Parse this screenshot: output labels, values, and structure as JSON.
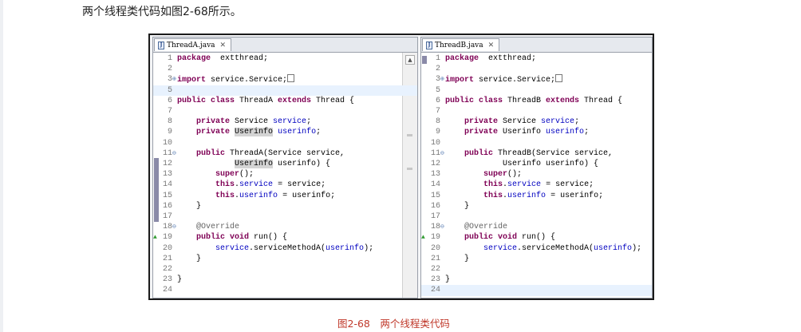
{
  "heading": "两个线程类代码如图2-68所示。",
  "caption": "图2-68　两个线程类代码",
  "panes": [
    {
      "tab": "ThreadA.java",
      "lines": [
        {
          "n": "1",
          "segs": [
            [
              "kw",
              "package"
            ],
            [
              "",
              "  extthread;"
            ]
          ]
        },
        {
          "n": "2",
          "segs": []
        },
        {
          "n": "3",
          "mark": "+",
          "segs": [
            [
              "kw",
              "import"
            ],
            [
              "",
              " service.Service;"
            ],
            [
              "box",
              ""
            ]
          ]
        },
        {
          "n": "5",
          "hl": true,
          "segs": []
        },
        {
          "n": "6",
          "segs": [
            [
              "kw",
              "public class"
            ],
            [
              "",
              " ThreadA "
            ],
            [
              "kw",
              "extends"
            ],
            [
              "",
              " Thread {"
            ]
          ]
        },
        {
          "n": "7",
          "segs": []
        },
        {
          "n": "8",
          "segs": [
            [
              "",
              "    "
            ],
            [
              "kw",
              "private"
            ],
            [
              "",
              " Service "
            ],
            [
              "fld",
              "service"
            ],
            [
              "",
              ";"
            ]
          ]
        },
        {
          "n": "9",
          "segs": [
            [
              "",
              "    "
            ],
            [
              "kw",
              "private"
            ],
            [
              "",
              " "
            ],
            [
              "occ",
              "Userinfo"
            ],
            [
              "",
              " "
            ],
            [
              "fld",
              "userinfo"
            ],
            [
              "",
              ";"
            ]
          ]
        },
        {
          "n": "10",
          "segs": []
        },
        {
          "n": "11",
          "mark": "-",
          "segs": [
            [
              "",
              "    "
            ],
            [
              "kw",
              "public"
            ],
            [
              "",
              " ThreadA(Service service,"
            ]
          ]
        },
        {
          "n": "12",
          "segs": [
            [
              "",
              "            "
            ],
            [
              "occ",
              "Userinfo"
            ],
            [
              "",
              " userinfo) {"
            ]
          ]
        },
        {
          "n": "13",
          "segs": [
            [
              "",
              "        "
            ],
            [
              "kw",
              "super"
            ],
            [
              "",
              "();"
            ]
          ]
        },
        {
          "n": "14",
          "segs": [
            [
              "",
              "        "
            ],
            [
              "kw",
              "this"
            ],
            [
              "",
              "."
            ],
            [
              "fld",
              "service"
            ],
            [
              "",
              " = service;"
            ]
          ]
        },
        {
          "n": "15",
          "segs": [
            [
              "",
              "        "
            ],
            [
              "kw",
              "this"
            ],
            [
              "",
              "."
            ],
            [
              "fld",
              "userinfo"
            ],
            [
              "",
              " = userinfo;"
            ]
          ]
        },
        {
          "n": "16",
          "segs": [
            [
              "",
              "    }"
            ]
          ]
        },
        {
          "n": "17",
          "segs": []
        },
        {
          "n": "18",
          "mark": "-",
          "segs": [
            [
              "",
              "    "
            ],
            [
              "ann",
              "@Override"
            ]
          ]
        },
        {
          "n": "19",
          "override": true,
          "segs": [
            [
              "",
              "    "
            ],
            [
              "kw",
              "public void"
            ],
            [
              "",
              " run() {"
            ]
          ]
        },
        {
          "n": "20",
          "segs": [
            [
              "",
              "        "
            ],
            [
              "fld",
              "service"
            ],
            [
              "",
              ".serviceMethodA("
            ],
            [
              "fld",
              "userinfo"
            ],
            [
              "",
              ");"
            ]
          ]
        },
        {
          "n": "21",
          "segs": [
            [
              "",
              "    }"
            ]
          ]
        },
        {
          "n": "22",
          "segs": []
        },
        {
          "n": "23",
          "segs": [
            [
              "",
              "}"
            ]
          ]
        },
        {
          "n": "24",
          "segs": []
        }
      ]
    },
    {
      "tab": "ThreadB.java",
      "lines": [
        {
          "n": "1",
          "segs": [
            [
              "kw",
              "package"
            ],
            [
              "",
              "  extthread;"
            ]
          ]
        },
        {
          "n": "2",
          "segs": []
        },
        {
          "n": "3",
          "mark": "+",
          "segs": [
            [
              "kw",
              "import"
            ],
            [
              "",
              " service.Service;"
            ],
            [
              "box",
              ""
            ]
          ]
        },
        {
          "n": "5",
          "segs": []
        },
        {
          "n": "6",
          "segs": [
            [
              "kw",
              "public class"
            ],
            [
              "",
              " ThreadB "
            ],
            [
              "kw",
              "extends"
            ],
            [
              "",
              " Thread {"
            ]
          ]
        },
        {
          "n": "7",
          "segs": []
        },
        {
          "n": "8",
          "segs": [
            [
              "",
              "    "
            ],
            [
              "kw",
              "private"
            ],
            [
              "",
              " Service "
            ],
            [
              "fld",
              "service"
            ],
            [
              "",
              ";"
            ]
          ]
        },
        {
          "n": "9",
          "segs": [
            [
              "",
              "    "
            ],
            [
              "kw",
              "private"
            ],
            [
              "",
              " Userinfo "
            ],
            [
              "fld",
              "userinfo"
            ],
            [
              "",
              ";"
            ]
          ]
        },
        {
          "n": "10",
          "segs": []
        },
        {
          "n": "11",
          "mark": "-",
          "segs": [
            [
              "",
              "    "
            ],
            [
              "kw",
              "public"
            ],
            [
              "",
              " ThreadB(Service service,"
            ]
          ]
        },
        {
          "n": "12",
          "segs": [
            [
              "",
              "            Userinfo userinfo) {"
            ]
          ]
        },
        {
          "n": "13",
          "segs": [
            [
              "",
              "        "
            ],
            [
              "kw",
              "super"
            ],
            [
              "",
              "();"
            ]
          ]
        },
        {
          "n": "14",
          "segs": [
            [
              "",
              "        "
            ],
            [
              "kw",
              "this"
            ],
            [
              "",
              "."
            ],
            [
              "fld",
              "service"
            ],
            [
              "",
              " = service;"
            ]
          ]
        },
        {
          "n": "15",
          "segs": [
            [
              "",
              "        "
            ],
            [
              "kw",
              "this"
            ],
            [
              "",
              "."
            ],
            [
              "fld",
              "userinfo"
            ],
            [
              "",
              " = userinfo;"
            ]
          ]
        },
        {
          "n": "16",
          "segs": [
            [
              "",
              "    }"
            ]
          ]
        },
        {
          "n": "17",
          "segs": []
        },
        {
          "n": "18",
          "mark": "-",
          "segs": [
            [
              "",
              "    "
            ],
            [
              "ann",
              "@Override"
            ]
          ]
        },
        {
          "n": "19",
          "override": true,
          "segs": [
            [
              "",
              "    "
            ],
            [
              "kw",
              "public void"
            ],
            [
              "",
              " run() {"
            ]
          ]
        },
        {
          "n": "20",
          "segs": [
            [
              "",
              "        "
            ],
            [
              "fld",
              "service"
            ],
            [
              "",
              ".serviceMethodA("
            ],
            [
              "fld",
              "userinfo"
            ],
            [
              "",
              ");"
            ]
          ]
        },
        {
          "n": "21",
          "segs": [
            [
              "",
              "    }"
            ]
          ]
        },
        {
          "n": "22",
          "segs": []
        },
        {
          "n": "23",
          "segs": [
            [
              "",
              "}"
            ]
          ]
        },
        {
          "n": "24",
          "hl": true,
          "segs": []
        }
      ]
    }
  ]
}
